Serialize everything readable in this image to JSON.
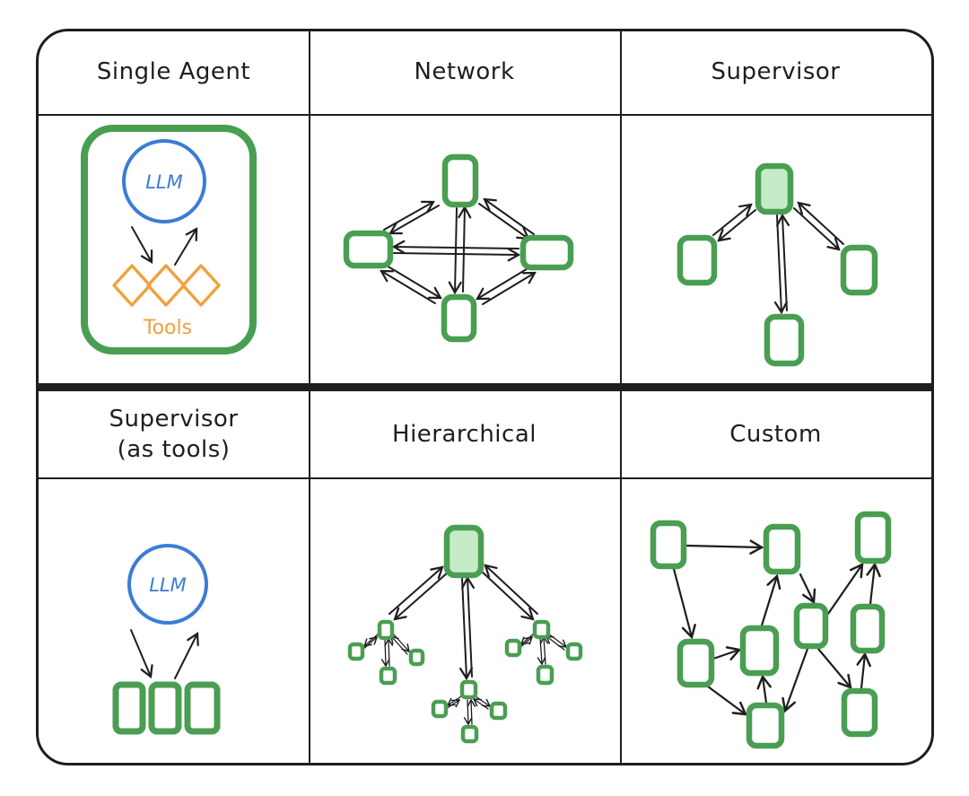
{
  "colors": {
    "ink": "#1e1e1e",
    "green": "#4a9e52",
    "green-fill": "#c5ebc7",
    "blue": "#3b7cd5",
    "orange": "#f0a13c",
    "paper": "#ffffff"
  },
  "panels": [
    {
      "title": "Single Agent",
      "llm_label": "LLM",
      "tools_label": "Tools",
      "structure": "one llm circle linked by down/up arrows to three tool diamonds inside a green rounded agent box"
    },
    {
      "title": "Network",
      "agent_count": 4,
      "structure": "four agent nodes fully connected with bidirectional arrows"
    },
    {
      "title": "Supervisor",
      "agent_count": 4,
      "structure": "one filled supervisor node with bidirectional arrows to three agent nodes"
    },
    {
      "title": "Supervisor (as tools)",
      "llm_label": "LLM",
      "agent_count": 3,
      "structure": "one llm circle linked by down/up arrows to three agent nodes"
    },
    {
      "title": "Hierarchical",
      "agent_count": 13,
      "structure": "top filled supervisor linked to three sub-supervisor clusters, each with three child agents"
    },
    {
      "title": "Custom",
      "agent_count": 9,
      "structure": "nine agent nodes connected by one-way arrows in a custom topology"
    }
  ]
}
